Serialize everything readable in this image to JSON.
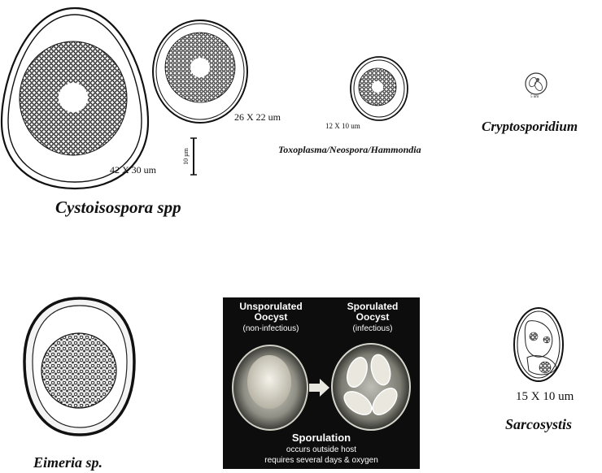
{
  "labels": {
    "cystoisospora_size_large": "42 X 30 um",
    "cystoisospora_size_small": "26 X 22 um",
    "scale_bar": "10 µm",
    "toxoplasma_size": "12 X 10 um",
    "toxoplasma_name": "Toxoplasma/Neospora/Hammondia",
    "cryptosporidium_scale": "5 um",
    "cryptosporidium_name": "Cryptosporidium",
    "cystoisospora_name": "Cystoisospora spp",
    "eimeria_name": "Eimeria sp.",
    "sarcocystis_size": "15 X 10 um",
    "sarcocystis_name": "Sarcosystis"
  },
  "sporulation_panel": {
    "left_title_1": "Unsporulated",
    "left_title_2": "Oocyst",
    "left_subtitle": "(non-infectious)",
    "right_title_1": "Sporulated",
    "right_title_2": "Oocyst",
    "right_subtitle": "(infectious)",
    "caption_title": "Sporulation",
    "caption_line_1": "occurs outside host",
    "caption_line_2": "requires several days & oxygen"
  },
  "colors": {
    "ink": "#111111",
    "panel_bg": "#0d0d0d",
    "panel_text": "#ffffff",
    "oocyst_wall": "#8a8a78"
  }
}
